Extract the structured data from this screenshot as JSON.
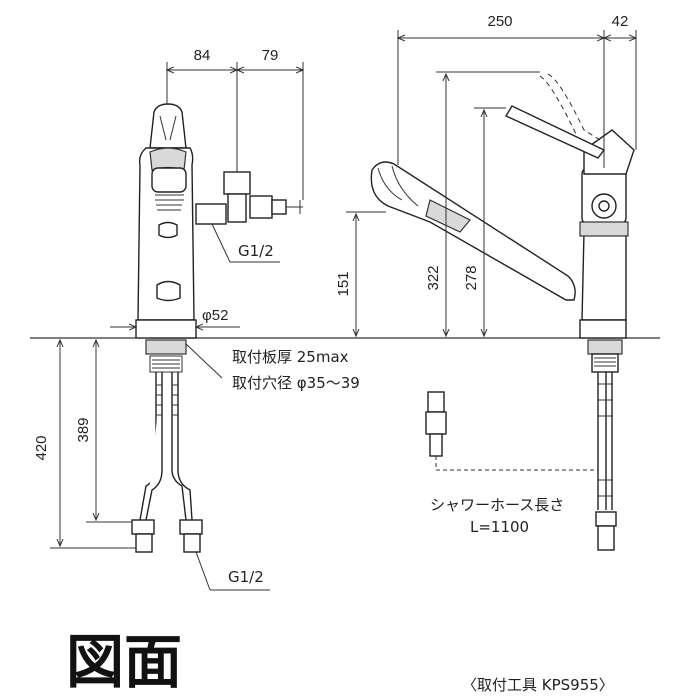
{
  "dimensions": {
    "dim_84": "84",
    "dim_79": "79",
    "dim_250": "250",
    "dim_42": "42",
    "dim_151": "151",
    "dim_322": "322",
    "dim_278": "278",
    "dim_420": "420",
    "dim_389": "389",
    "dim_phi52": "φ52"
  },
  "notes": {
    "thread_top": "G1/2",
    "thread_bottom": "G1/2",
    "mount_thickness": "取付板厚 25max",
    "mount_hole": "取付穴径 φ35～39",
    "shower_hose_label": "シャワーホース長さ",
    "shower_hose_length": "L=1100"
  },
  "title": "図面",
  "caption": "〈取付工具 KPS955〉"
}
